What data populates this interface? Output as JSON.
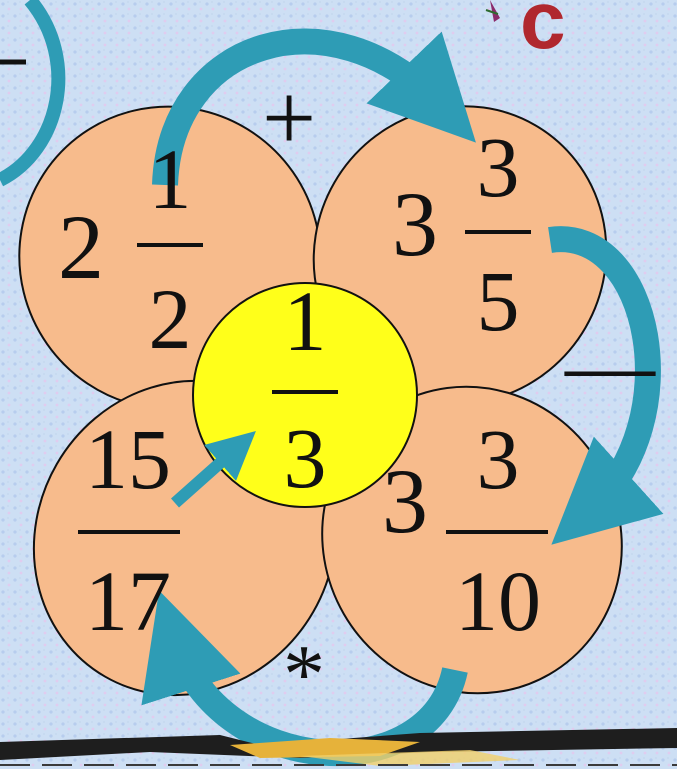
{
  "corner_letter": "c",
  "center": {
    "numerator": "1",
    "denominator": "3"
  },
  "petals": {
    "top_left": {
      "whole": "2",
      "numerator": "1",
      "denominator": "2"
    },
    "top_right": {
      "whole": "3",
      "numerator": "3",
      "denominator": "5"
    },
    "bottom_right": {
      "whole": "3",
      "numerator": "3",
      "denominator": "10"
    },
    "bottom_left": {
      "whole": "",
      "numerator": "15",
      "denominator": "17"
    }
  },
  "operators": {
    "plus": "+",
    "minus": "—",
    "times": "*"
  },
  "colors": {
    "background": "#cfe0f5",
    "petal_fill": "#f7bb8c",
    "center_fill": "#ffff1a",
    "arrow": "#2e9cb5",
    "corner_letter": "#b0282e"
  }
}
